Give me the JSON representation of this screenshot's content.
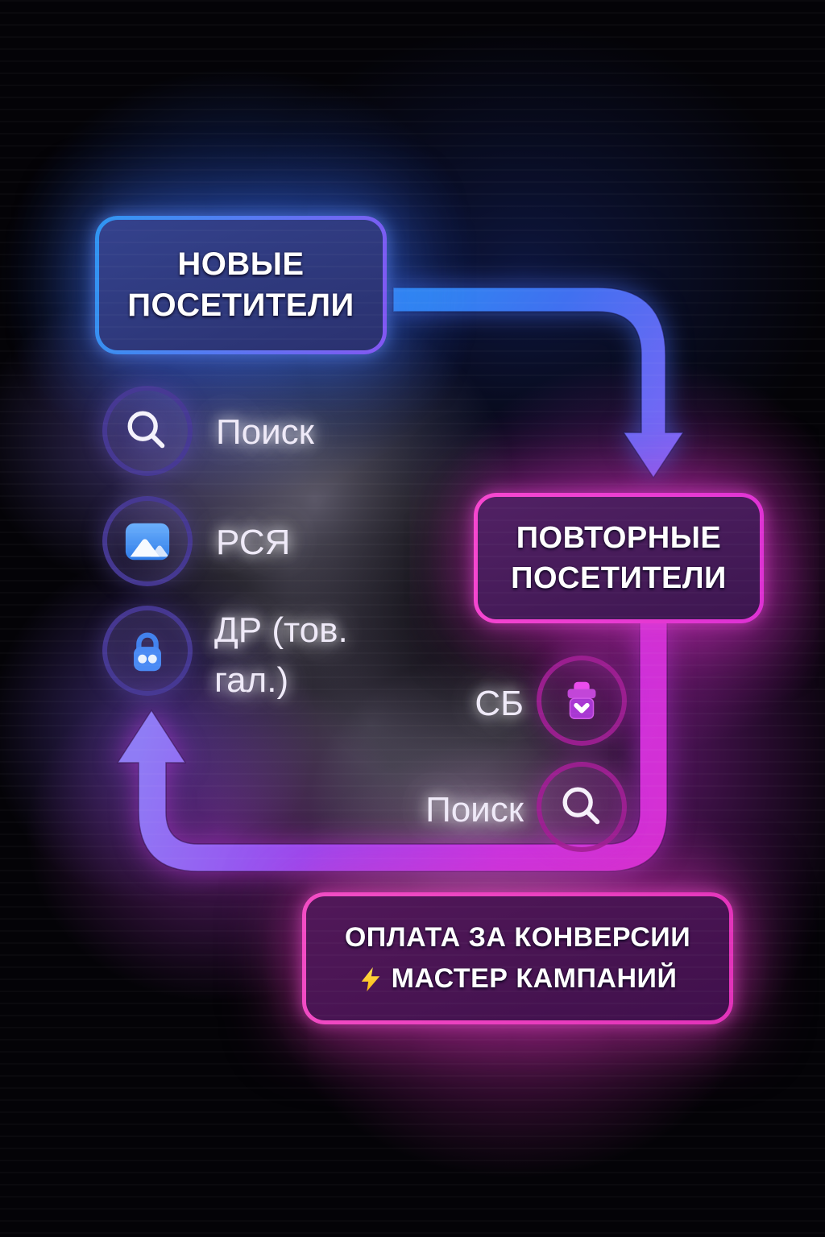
{
  "diagram": {
    "new_visitors": {
      "line1": "НОВЫЕ",
      "line2": "ПОСЕТИТЕЛИ"
    },
    "repeat_visitors": {
      "line1": "ПОВТОРНЫЕ",
      "line2": "ПОСЕТИТЕЛИ"
    },
    "footer": {
      "line1": "ОПЛАТА ЗА КОНВЕРСИИ",
      "line2": "МАСТЕР КАМПАНИЙ",
      "line2_icon": "lightning-icon"
    },
    "new_channels": [
      {
        "icon": "search-icon",
        "label": "Поиск"
      },
      {
        "icon": "image-icon",
        "label": "РСЯ"
      },
      {
        "icon": "lock-icon",
        "label": "ДР (тов. гал.)"
      }
    ],
    "repeat_channels": [
      {
        "icon": "box-icon",
        "label": "СБ"
      },
      {
        "icon": "search-icon",
        "label": "Поиск"
      }
    ],
    "colors": {
      "blue_accent": "#2f96f2",
      "purple_accent": "#8356f2",
      "magenta_accent": "#e93bc9",
      "icon_blue": "#4a8af4",
      "icon_magenta": "#c53ad8",
      "lightning_yellow": "#ffd21e"
    }
  }
}
